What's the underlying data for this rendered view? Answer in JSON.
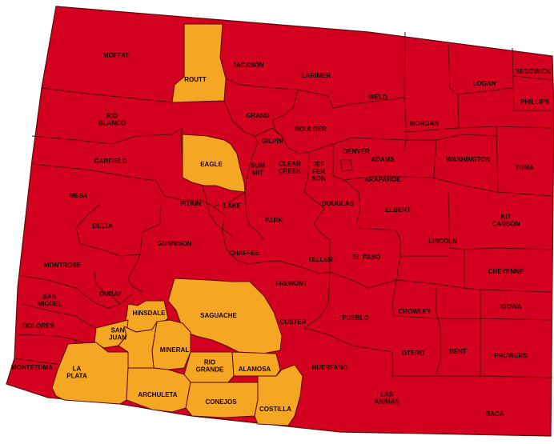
{
  "colors": {
    "red": "#d3001f",
    "orange": "#f5a623",
    "border": "#5a0a0a"
  },
  "counties": {
    "moffat": {
      "label": [
        "MOFFAT"
      ],
      "status": "red"
    },
    "jackson": {
      "label": [
        "JACKSON"
      ],
      "status": "red"
    },
    "routt": {
      "label": [
        "ROUTT"
      ],
      "status": "orange"
    },
    "larimer": {
      "label": [
        "LARIMER"
      ],
      "status": "red"
    },
    "weld": {
      "label": [
        "WELD"
      ],
      "status": "red"
    },
    "logan": {
      "label": [
        "LOGAN"
      ],
      "status": "red"
    },
    "sedgwick": {
      "label": [
        "SEDGWICK"
      ],
      "status": "red"
    },
    "phillips": {
      "label": [
        "PHILLIPS"
      ],
      "status": "red"
    },
    "rio_blanco": {
      "label": [
        "RIO",
        "BLANCO"
      ],
      "status": "red"
    },
    "grand": {
      "label": [
        "GRAND"
      ],
      "status": "red"
    },
    "boulder": {
      "label": [
        "BOULDER"
      ],
      "status": "red"
    },
    "morgan": {
      "label": [
        "MORGAN"
      ],
      "status": "red"
    },
    "gilpin": {
      "label": [
        "GILPIN"
      ],
      "status": "red"
    },
    "denver": {
      "label": [
        "DENVER"
      ],
      "status": "red"
    },
    "adams": {
      "label": [
        "ADAMS"
      ],
      "status": "red"
    },
    "washington": {
      "label": [
        "WASHINGTON"
      ],
      "status": "red"
    },
    "yuma": {
      "label": [
        "YUMA"
      ],
      "status": "red"
    },
    "garfield": {
      "label": [
        "GARFIELD"
      ],
      "status": "red"
    },
    "eagle": {
      "label": [
        "EAGLE"
      ],
      "status": "orange"
    },
    "summit": {
      "label": [
        "SUM",
        "MIT"
      ],
      "status": "red"
    },
    "clear_creek": {
      "label": [
        "CLEAR",
        "CREEK"
      ],
      "status": "red"
    },
    "jefferson": {
      "label": [
        "JEF",
        "FER",
        "SON"
      ],
      "status": "red"
    },
    "arapahoe": {
      "label": [
        "ARAPAHOE"
      ],
      "status": "red"
    },
    "mesa": {
      "label": [
        "MESA"
      ],
      "status": "red"
    },
    "pitkin": {
      "label": [
        "PITKIN"
      ],
      "status": "red"
    },
    "lake": {
      "label": [
        "LAKE"
      ],
      "status": "red"
    },
    "park": {
      "label": [
        "PARK"
      ],
      "status": "red"
    },
    "douglas": {
      "label": [
        "DOUGLAS"
      ],
      "status": "red"
    },
    "elbert": {
      "label": [
        "ELBERT"
      ],
      "status": "red"
    },
    "kit_carson": {
      "label": [
        "KIT",
        "CARSON"
      ],
      "status": "red"
    },
    "delta": {
      "label": [
        "DELTA"
      ],
      "status": "red"
    },
    "gunnison": {
      "label": [
        "GUNNISON"
      ],
      "status": "red"
    },
    "chaffee": {
      "label": [
        "CHAFFEE"
      ],
      "status": "red"
    },
    "teller": {
      "label": [
        "TELLER"
      ],
      "status": "red"
    },
    "el_paso": {
      "label": [
        "EL PASO"
      ],
      "status": "red"
    },
    "lincoln": {
      "label": [
        "LINCOLN"
      ],
      "status": "red"
    },
    "cheyenne": {
      "label": [
        "CHEYENNE"
      ],
      "status": "red"
    },
    "montrose": {
      "label": [
        "MONTROSE"
      ],
      "status": "red"
    },
    "ouray": {
      "label": [
        "OURAY"
      ],
      "status": "red"
    },
    "fremont": {
      "label": [
        "FREMONT"
      ],
      "status": "red"
    },
    "san_miguel": {
      "label": [
        "SAN",
        "MIGUEL"
      ],
      "status": "red"
    },
    "hinsdale": {
      "label": [
        "HINSDALE"
      ],
      "status": "orange"
    },
    "saguache": {
      "label": [
        "SAGUACHE"
      ],
      "status": "orange"
    },
    "custer": {
      "label": [
        "CUSTER"
      ],
      "status": "red"
    },
    "pueblo": {
      "label": [
        "PUEBLO"
      ],
      "status": "red"
    },
    "crowley": {
      "label": [
        "CROWLEY"
      ],
      "status": "red"
    },
    "kiowa": {
      "label": [
        "KIOWA"
      ],
      "status": "red"
    },
    "dolores": {
      "label": [
        "DOLORES"
      ],
      "status": "red"
    },
    "san_juan": {
      "label": [
        "SAN",
        "JUAN"
      ],
      "status": "orange"
    },
    "mineral": {
      "label": [
        "MINERAL"
      ],
      "status": "orange"
    },
    "rio_grande": {
      "label": [
        "RIO",
        "GRANDE"
      ],
      "status": "orange"
    },
    "alamosa": {
      "label": [
        "ALAMOSA"
      ],
      "status": "orange"
    },
    "huerfano": {
      "label": [
        "HUERFANO"
      ],
      "status": "red"
    },
    "otero": {
      "label": [
        "OTERO"
      ],
      "status": "red"
    },
    "bent": {
      "label": [
        "BENT"
      ],
      "status": "red"
    },
    "prowers": {
      "label": [
        "PROWERS"
      ],
      "status": "red"
    },
    "montezuma": {
      "label": [
        "MONTEZUMA"
      ],
      "status": "red"
    },
    "la_plata": {
      "label": [
        "LA",
        "PLATA"
      ],
      "status": "orange"
    },
    "archuleta": {
      "label": [
        "ARCHULETA"
      ],
      "status": "orange"
    },
    "conejos": {
      "label": [
        "CONEJOS"
      ],
      "status": "orange"
    },
    "costilla": {
      "label": [
        "COSTILLA"
      ],
      "status": "orange"
    },
    "las_animas": {
      "label": [
        "LAS",
        "ANIMAS"
      ],
      "status": "red"
    },
    "baca": {
      "label": [
        "BACA"
      ],
      "status": "red"
    }
  }
}
